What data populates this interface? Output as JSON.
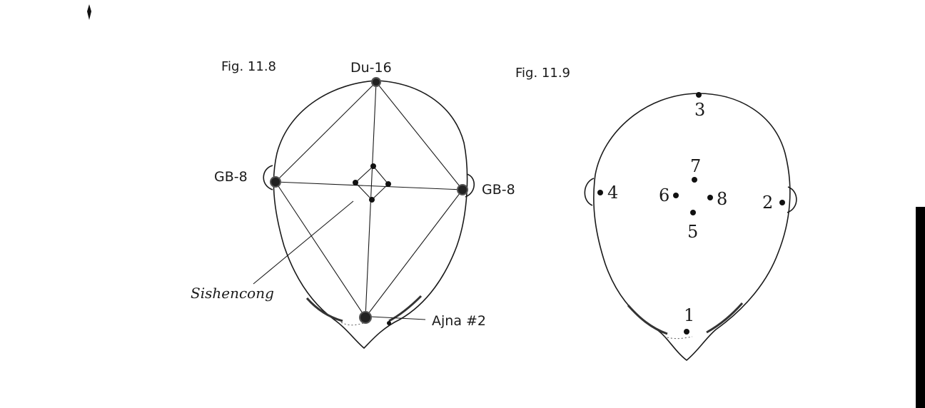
{
  "figure_left": {
    "caption": "Fig. 11.8",
    "labels": {
      "top": "Du-16",
      "left": "GB-8",
      "right": "GB-8",
      "center": "Sishencong",
      "bottom": "Ajna #2"
    }
  },
  "figure_right": {
    "caption": "Fig. 11.9",
    "points": [
      "1",
      "2",
      "3",
      "4",
      "5",
      "6",
      "7",
      "8"
    ]
  }
}
